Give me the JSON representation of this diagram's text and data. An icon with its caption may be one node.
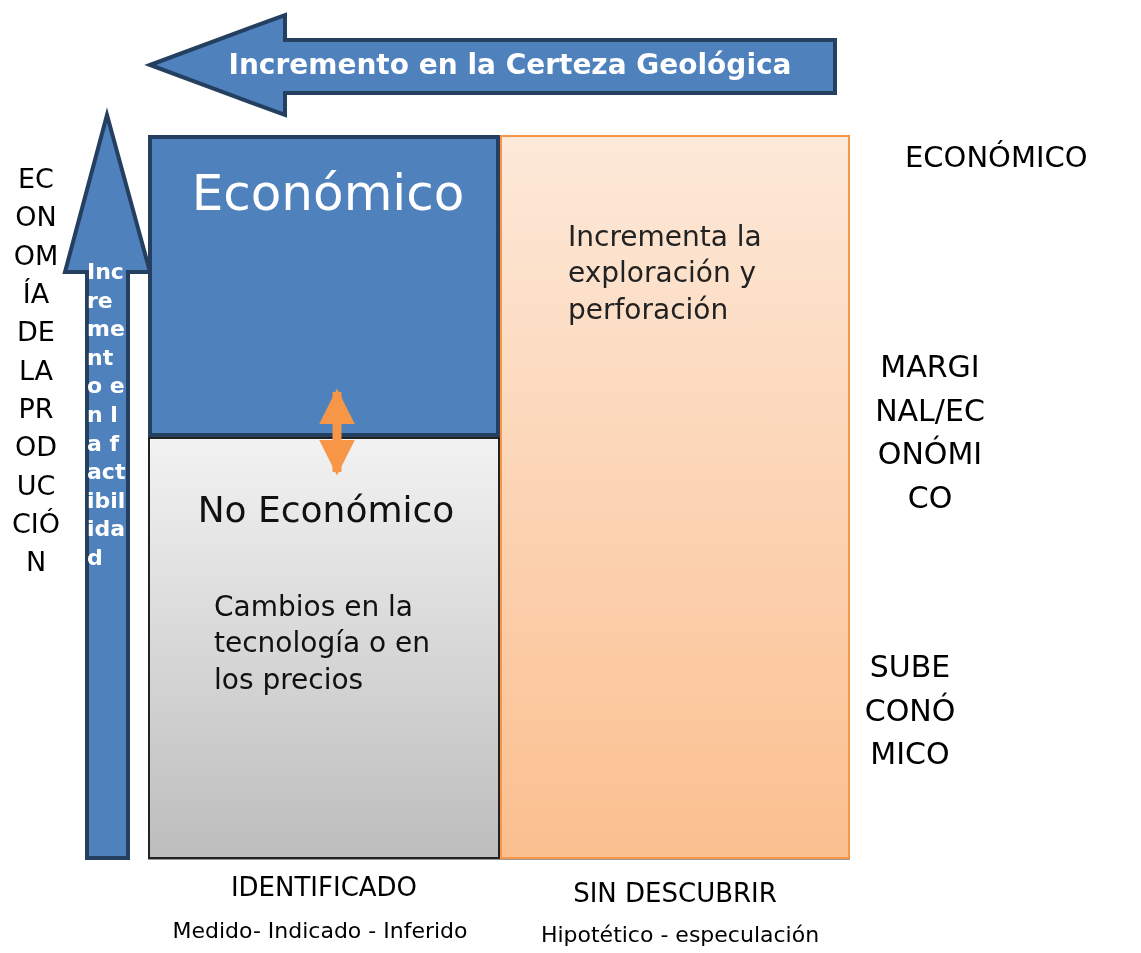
{
  "diagram": {
    "nodes": [
      {
        "text": [
          "Económico"
        ]
      },
      {
        "text": [
          "No Económico",
          "Cambios en la tecnología o en los precios"
        ]
      },
      {
        "text": [
          "Incrementa la exploración y perforación"
        ]
      }
    ],
    "edges": [
      {
        "from": 0,
        "to": 1,
        "arrow": "both",
        "color": "#f79646"
      }
    ],
    "labels": [
      "Incremento en la Certeza Geológica",
      "Incremento en la factibilidad",
      "ECONOMÍA DE LA PRODUCCIÓN",
      "ECONÓMICO",
      "MARGINAL/ECONÓMICO",
      "SUBECONÓMICO",
      "IDENTIFICADO",
      "Medido- Indicado - Inferido",
      "SIN DESCUBRIR",
      "Hipotético - especulación"
    ]
  }
}
